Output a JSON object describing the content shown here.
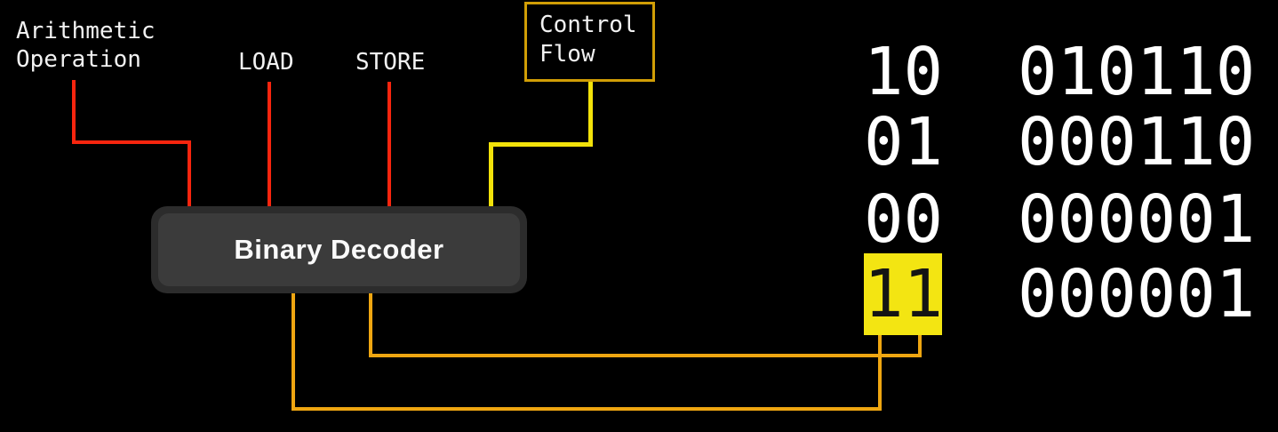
{
  "labels": {
    "arithmetic": "Arithmetic\nOperation",
    "load": "LOAD",
    "store": "STORE",
    "control_flow": "Control\nFlow"
  },
  "decoder": {
    "label": "Binary Decoder"
  },
  "table": {
    "rows": [
      {
        "opcode": "10",
        "code": "010110",
        "highlighted": false
      },
      {
        "opcode": "01",
        "code": "000110",
        "highlighted": false
      },
      {
        "opcode": "00",
        "code": "000001",
        "highlighted": false
      },
      {
        "opcode": "11",
        "code": "000001",
        "highlighted": true
      }
    ]
  },
  "colors": {
    "background": "#000000",
    "text": "#f2f2f2",
    "wire-red": "#f8250e",
    "wire-yellow": "#f2e20a",
    "wire-orange": "#efa611",
    "control-border": "#d19e06",
    "highlight-bg": "#f3e512",
    "decoder-outer": "#2c2c2c",
    "decoder-inner": "#3b3b3b",
    "decoder-text": "#fafafa",
    "code-text": "#ffffff"
  }
}
